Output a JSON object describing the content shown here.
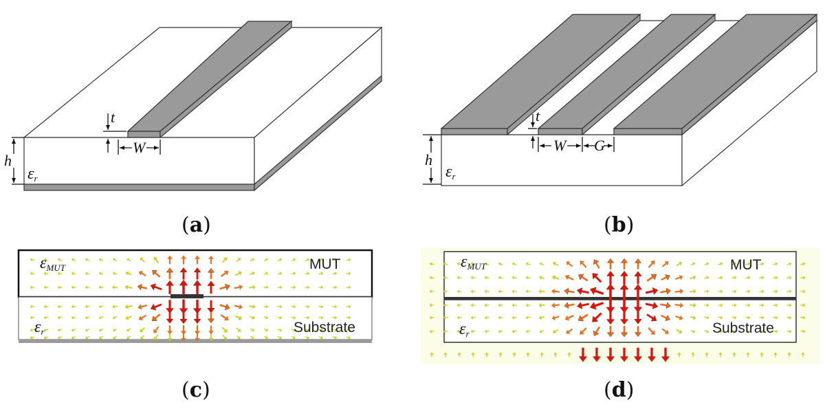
{
  "panels": {
    "a": {
      "caption_open": "(",
      "caption_letter": "a",
      "caption_close": ")",
      "dim_t": "t",
      "dim_w": "W",
      "dim_h": "h",
      "eps": "ε",
      "eps_sub": "r"
    },
    "b": {
      "caption_open": "(",
      "caption_letter": "b",
      "caption_close": ")",
      "dim_t": "t",
      "dim_w": "W",
      "dim_g": "G",
      "dim_h": "h",
      "eps": "ε",
      "eps_sub": "r"
    },
    "c": {
      "caption_open": "(",
      "caption_letter": "c",
      "caption_close": ")",
      "eps_mut": "ε",
      "eps_mut_sub": "MUT",
      "label_mut": "MUT",
      "eps": "ε",
      "eps_sub": "r",
      "label_substrate": "Substrate"
    },
    "d": {
      "caption_open": "(",
      "caption_letter": "d",
      "caption_close": ")",
      "eps_mut": "ε",
      "eps_mut_sub": "MUT",
      "label_mut": "MUT",
      "eps": "ε",
      "eps_sub": "r",
      "label_substrate": "Substrate"
    }
  },
  "colors": {
    "metal": "#9a9a9a",
    "metal_stroke": "#333333",
    "arrow_strong": "#e0140c",
    "arrow_mid": "#e8701c",
    "arrow_weak": "#c8d020"
  }
}
